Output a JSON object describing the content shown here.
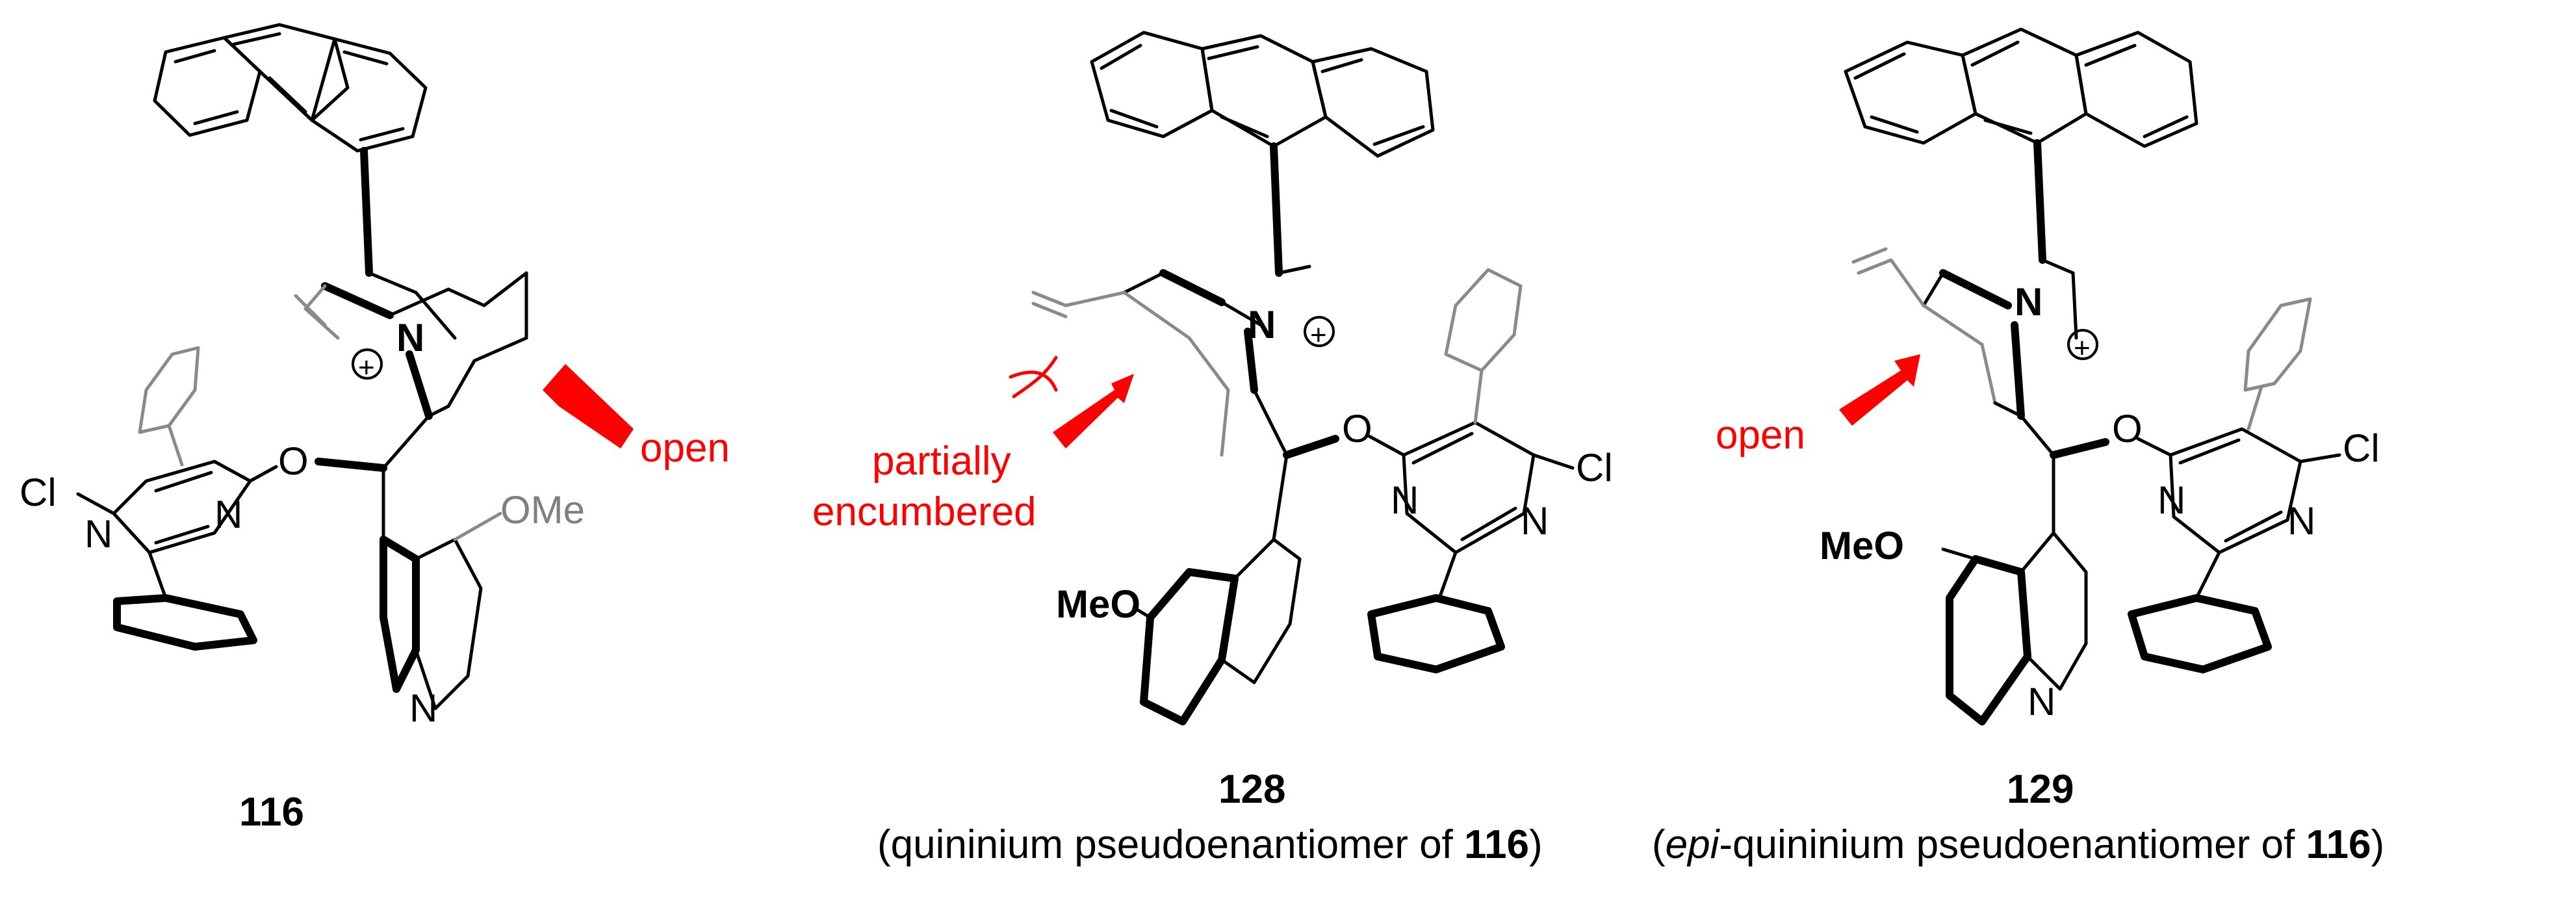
{
  "compounds": [
    {
      "id": "116",
      "label": "116",
      "caption": "",
      "access_note": "open",
      "atoms": {
        "n_cation": "N",
        "n_pyr1": "N",
        "n_pyr2": "N",
        "o_ether": "O",
        "cl": "Cl",
        "n_quin": "N",
        "ome": "OMe",
        "plus": "+"
      }
    },
    {
      "id": "128",
      "label": "128",
      "caption_prefix": "(quininium pseudoenantiomer of ",
      "caption_ref": "116",
      "caption_suffix": ")",
      "access_note_line1": "partially",
      "access_note_line2": "encumbered",
      "atoms": {
        "n_cation": "N",
        "n_pyr1": "N",
        "n_pyr2": "N",
        "o_ether": "O",
        "cl": "Cl",
        "meo": "MeO",
        "plus": "+"
      }
    },
    {
      "id": "129",
      "label": "129",
      "caption_open": "(",
      "caption_italic": "epi",
      "caption_middle": "-quininium pseudoenantiomer of ",
      "caption_ref": "116",
      "caption_suffix": ")",
      "access_note": "open",
      "atoms": {
        "n_cation": "N",
        "n_pyr1": "N",
        "n_pyr2": "N",
        "o_ether": "O",
        "cl": "Cl",
        "n_quin": "N",
        "meo": "MeO",
        "plus": "+"
      }
    }
  ],
  "colors": {
    "accent": "#ff0000",
    "substituent_gray": "#8a8a8a",
    "bond": "#000000"
  }
}
